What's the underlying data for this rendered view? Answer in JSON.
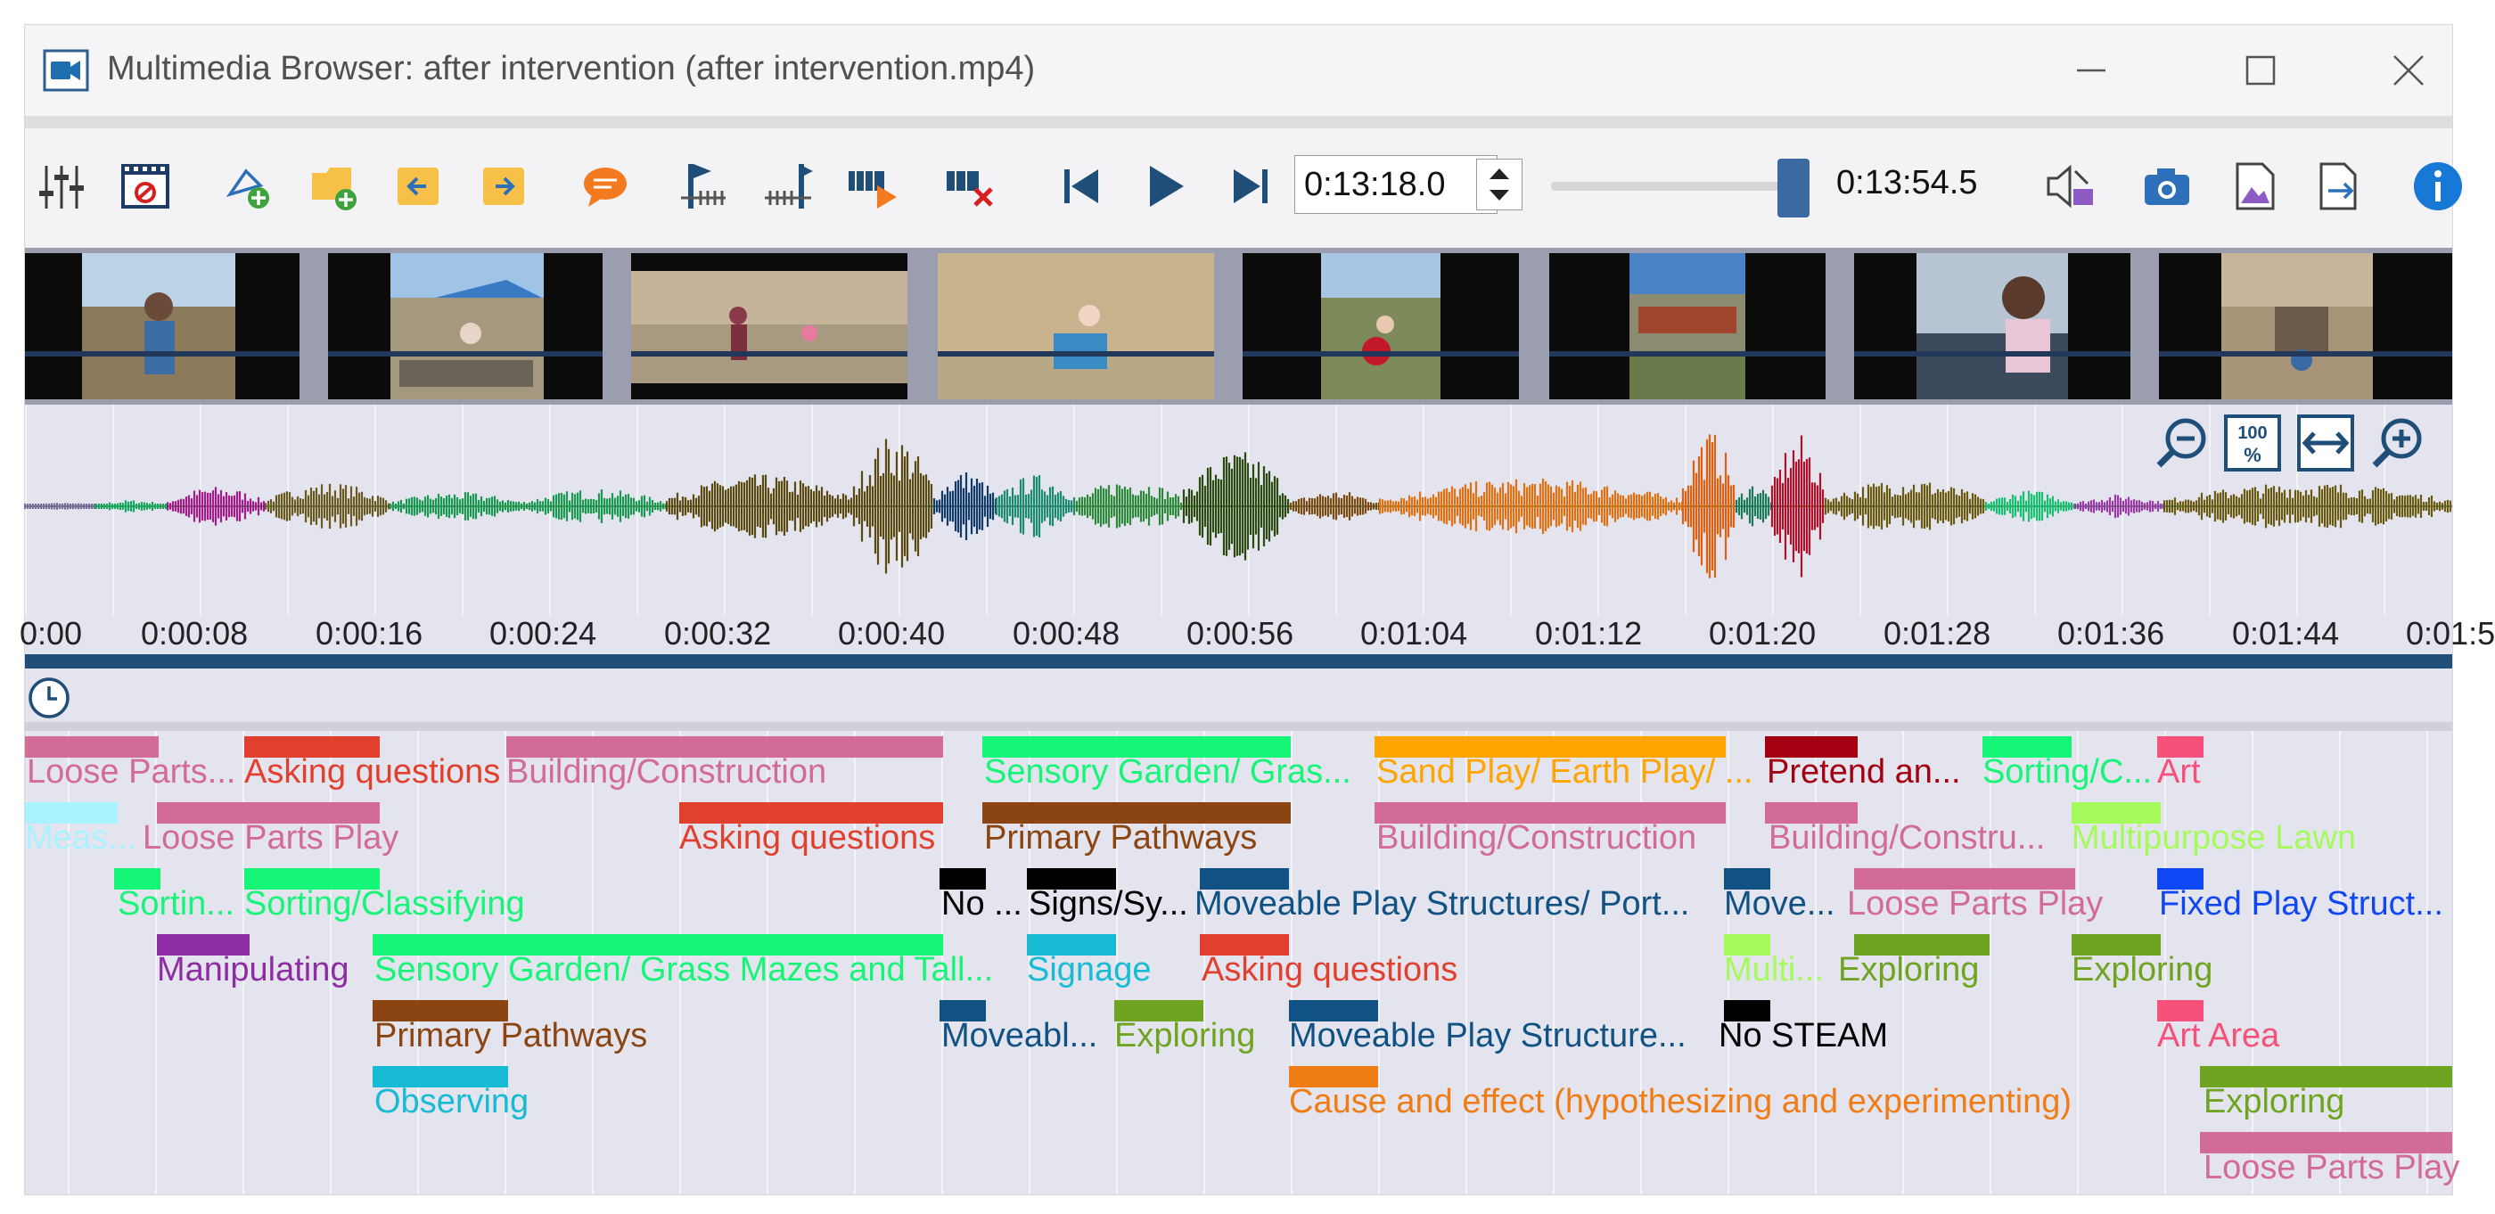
{
  "window": {
    "title": "Multimedia Browser: after intervention (after intervention.mp4)",
    "controls": [
      "minimize-icon",
      "maximize-icon",
      "close-icon"
    ]
  },
  "toolbar": {
    "icons": [
      "adjust-settings-icon",
      "film-reel-icon",
      "add-code-icon",
      "add-file-icon",
      "arrow-left-icon",
      "arrow-right-icon",
      "comment-icon",
      "mark-start-icon",
      "mark-end-icon",
      "play-selection-icon",
      "clear-selection-icon",
      "skip-previous-icon",
      "play-icon",
      "skip-next-icon"
    ],
    "current_time": "0:13:18.0",
    "end_time": "0:13:54.5",
    "position_fraction": 0.957,
    "right_icons": [
      "mute-icon",
      "camera-icon",
      "image-icon",
      "export-icon",
      "info-icon"
    ],
    "accent": "#1f4e79"
  },
  "timeline": {
    "ticks": [
      "0:00",
      "0:00:08",
      "0:00:16",
      "0:00:24",
      "0:00:32",
      "0:00:40",
      "0:00:48",
      "0:00:56",
      "0:01:04",
      "0:01:12",
      "0:01:20",
      "0:01:28",
      "0:01:36",
      "0:01:44",
      "0:01:5"
    ],
    "zoom_icons": [
      "zoom-out-icon",
      "zoom-100-icon",
      "fit-width-icon",
      "zoom-in-icon"
    ],
    "zoom_100_label": "100"
  },
  "codes": [
    {
      "label": "Loose Parts...",
      "color": "#d26b96"
    },
    {
      "label": "Asking questions",
      "color": "#e2402e"
    },
    {
      "label": "Building/Construction",
      "color": "#d26b96"
    },
    {
      "label": "Sensory Garden/ Gras...",
      "color": "#15f577"
    },
    {
      "label": "Sand Play/ Earth Play/ ...",
      "color": "#ffa500"
    },
    {
      "label": "Pretend an...",
      "color": "#a30012"
    },
    {
      "label": "Sorting/C...",
      "color": "#15f577"
    },
    {
      "label": "Art",
      "color": "#f5517a"
    },
    {
      "label": "Meas...",
      "color": "#a8f3ff"
    },
    {
      "label": "Loose Parts Play",
      "color": "#d26b96"
    },
    {
      "label": "Asking questions",
      "color": "#e2402e"
    },
    {
      "label": "Primary Pathways",
      "color": "#8b4513"
    },
    {
      "label": "Building/Construction",
      "color": "#d26b96"
    },
    {
      "label": "Building/Constru...",
      "color": "#d26b96"
    },
    {
      "label": "Multipurpose Lawn",
      "color": "#a6fb5c"
    },
    {
      "label": "Sortin...",
      "color": "#15f577"
    },
    {
      "label": "Sorting/Classifying",
      "color": "#15f577"
    },
    {
      "label": "No ...",
      "color": "#000000"
    },
    {
      "label": "Signs/Sy...",
      "color": "#000000"
    },
    {
      "label": "Moveable Play Structures/ Port...",
      "color": "#0f5283"
    },
    {
      "label": "Move...",
      "color": "#0f5283"
    },
    {
      "label": "Loose Parts Play",
      "color": "#d26b96"
    },
    {
      "label": "Fixed Play Struct...",
      "color": "#1047f5"
    },
    {
      "label": "Manipulating",
      "color": "#8e2ca4"
    },
    {
      "label": "Sensory Garden/ Grass Mazes and Tall...",
      "color": "#15f577"
    },
    {
      "label": "Signage",
      "color": "#17bbd4"
    },
    {
      "label": "Asking questions",
      "color": "#e2402e"
    },
    {
      "label": "Multi...",
      "color": "#a6fb5c"
    },
    {
      "label": "Exploring",
      "color": "#6fa420"
    },
    {
      "label": "Exploring",
      "color": "#6fa420"
    },
    {
      "label": "Primary Pathways",
      "color": "#8b4513"
    },
    {
      "label": "Moveabl...",
      "color": "#0f5283"
    },
    {
      "label": "Exploring",
      "color": "#6fa420"
    },
    {
      "label": "Moveable Play Structure...",
      "color": "#0f5283"
    },
    {
      "label": "No STEAM",
      "color": "#000000"
    },
    {
      "label": "Art Area",
      "color": "#f5517a"
    },
    {
      "label": "Observing",
      "color": "#17bbd4"
    },
    {
      "label": "Cause and effect (hypothesizing and experimenting)",
      "color": "#f07c16"
    },
    {
      "label": "Exploring",
      "color": "#6fa420"
    },
    {
      "label": "Loose Parts Play",
      "color": "#d26b96"
    }
  ]
}
